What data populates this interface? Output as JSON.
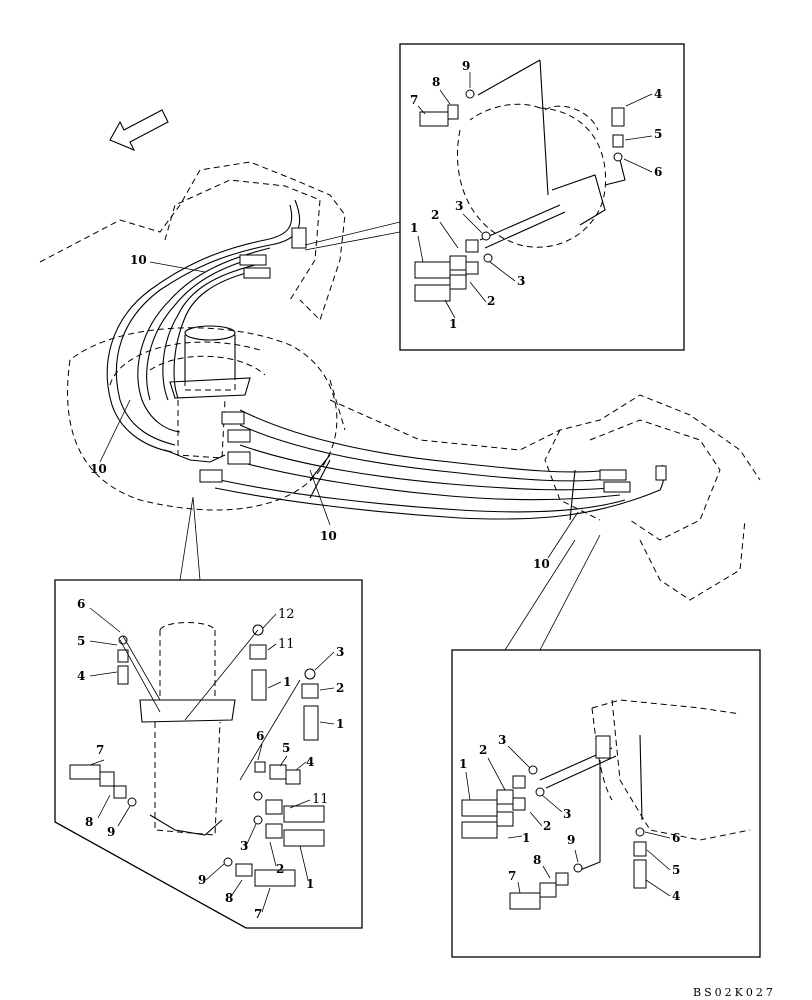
{
  "drawing_code": "BS02K027",
  "labels": {
    "top_right_detail": [
      "9",
      "8",
      "7",
      "4",
      "5",
      "6",
      "3",
      "2",
      "1",
      "3",
      "2",
      "1"
    ],
    "main_view": [
      "10",
      "10",
      "10",
      "10"
    ],
    "bottom_left_detail": [
      "6",
      "5",
      "4",
      "12",
      "11",
      "3",
      "2",
      "1",
      "1",
      "7",
      "8",
      "9",
      "6",
      "5",
      "4",
      "11",
      "3",
      "2",
      "1",
      "9",
      "8",
      "7"
    ],
    "bottom_right_detail": [
      "3",
      "2",
      "1",
      "3",
      "2",
      "1",
      "9",
      "8",
      "7",
      "6",
      "5",
      "4"
    ]
  },
  "icons": [
    "direction-arrow-icon"
  ]
}
